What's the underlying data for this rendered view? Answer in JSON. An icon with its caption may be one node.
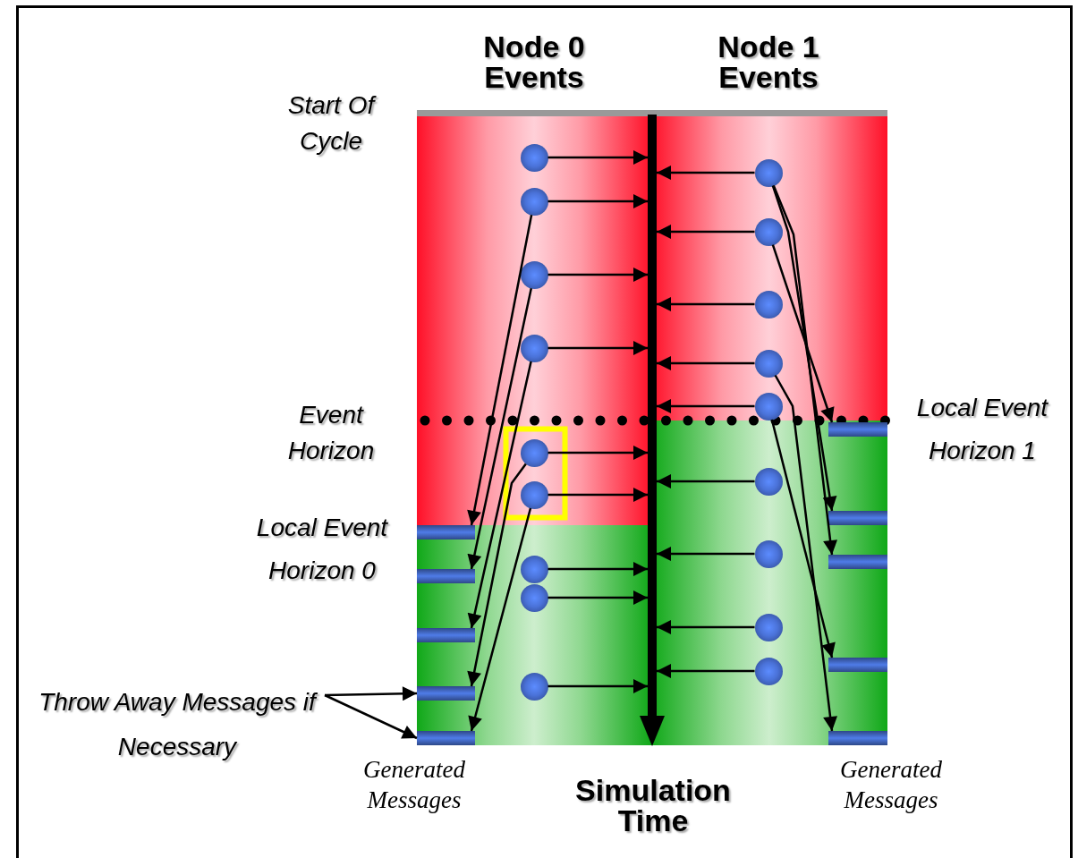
{
  "diagram": {
    "nodes": [
      {
        "text": [],
        "shape": "line"
      },
      {
        "text": [],
        "shape": "circle"
      },
      {
        "text": [],
        "shape": "circle"
      },
      {
        "text": [],
        "shape": "circle"
      },
      {
        "text": [],
        "shape": "circle"
      },
      {
        "text": [],
        "shape": "circle"
      },
      {
        "text": [],
        "shape": "circle"
      },
      {
        "text": [],
        "shape": "circle"
      },
      {
        "text": [],
        "shape": "circle"
      },
      {
        "text": [],
        "shape": "circle"
      },
      {
        "text": [],
        "shape": "circle"
      },
      {
        "text": [],
        "shape": "circle"
      },
      {
        "text": [],
        "shape": "circle"
      },
      {
        "text": [],
        "shape": "circle"
      },
      {
        "text": [],
        "shape": "circle"
      },
      {
        "text": [],
        "shape": "circle"
      },
      {
        "text": [],
        "shape": "circle"
      },
      {
        "text": [],
        "shape": "circle"
      },
      {
        "text": [],
        "shape": "circle"
      },
      {
        "text": [],
        "shape": "bar"
      },
      {
        "text": [],
        "shape": "bar"
      },
      {
        "text": [],
        "shape": "bar"
      },
      {
        "text": [],
        "shape": "bar"
      },
      {
        "text": [],
        "shape": "bar"
      },
      {
        "text": [],
        "shape": "bar"
      },
      {
        "text": [],
        "shape": "bar"
      },
      {
        "text": [],
        "shape": "bar"
      },
      {
        "text": [],
        "shape": "bar"
      },
      {
        "text": [],
        "shape": "bar"
      },
      {
        "text": [
          "Throw Away Messages if Necessary"
        ]
      }
    ],
    "edges": [
      {
        "from": 1,
        "to": 0,
        "arrow": "to"
      },
      {
        "from": 2,
        "to": 0,
        "arrow": "to"
      },
      {
        "from": 3,
        "to": 0,
        "arrow": "to"
      },
      {
        "from": 4,
        "to": 0,
        "arrow": "to"
      },
      {
        "from": 5,
        "to": 0,
        "arrow": "to"
      },
      {
        "from": 6,
        "to": 0,
        "arrow": "to"
      },
      {
        "from": 7,
        "to": 0,
        "arrow": "to"
      },
      {
        "from": 8,
        "to": 0,
        "arrow": "to"
      },
      {
        "from": 9,
        "to": 0,
        "arrow": "to"
      },
      {
        "from": 10,
        "to": 0,
        "arrow": "to"
      },
      {
        "from": 11,
        "to": 0,
        "arrow": "to"
      },
      {
        "from": 12,
        "to": 0,
        "arrow": "to"
      },
      {
        "from": 13,
        "to": 0,
        "arrow": "to"
      },
      {
        "from": 14,
        "to": 0,
        "arrow": "to"
      },
      {
        "from": 15,
        "to": 0,
        "arrow": "to"
      },
      {
        "from": 16,
        "to": 0,
        "arrow": "to"
      },
      {
        "from": 17,
        "to": 0,
        "arrow": "to"
      },
      {
        "from": 18,
        "to": 0,
        "arrow": "to"
      },
      {
        "from": 2,
        "to": 19,
        "arrow": "to"
      },
      {
        "from": 3,
        "to": 20,
        "arrow": "to"
      },
      {
        "from": 4,
        "to": 21,
        "arrow": "to"
      },
      {
        "from": 5,
        "to": 22,
        "arrow": "to"
      },
      {
        "from": 6,
        "to": 23,
        "arrow": "to"
      },
      {
        "from": 11,
        "to": 24,
        "arrow": "to"
      },
      {
        "from": 10,
        "to": 25,
        "arrow": "to"
      },
      {
        "from": 10,
        "to": 26,
        "arrow": "to"
      },
      {
        "from": 14,
        "to": 27,
        "arrow": "to"
      },
      {
        "from": 13,
        "to": 28,
        "arrow": "to"
      },
      {
        "from": 29,
        "to": 22,
        "arrow": "to"
      },
      {
        "from": 29,
        "to": 23,
        "arrow": "to"
      }
    ],
    "labels": [
      "Node 0 Events",
      "Node 1 Events",
      "Start Of Cycle",
      "Event Horizon",
      "Local Event Horizon 1",
      "Local Event Horizon 0",
      "Generated Messages",
      "Simulation Time",
      "Generated Messages"
    ]
  }
}
